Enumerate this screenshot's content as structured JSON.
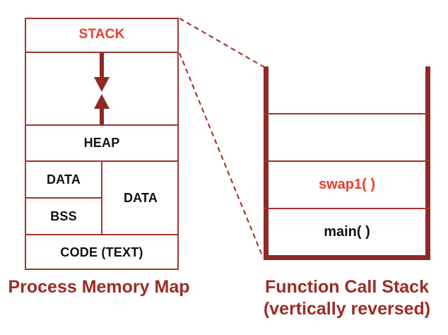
{
  "memory_map": {
    "title": "Process Memory Map",
    "segments": {
      "stack": "STACK",
      "heap": "HEAP",
      "data_left": "DATA",
      "bss": "BSS",
      "data_right": "DATA",
      "code": "CODE (TEXT)"
    }
  },
  "call_stack": {
    "title_line1": "Function Call Stack",
    "title_line2": "(vertically reversed)",
    "frames": [
      {
        "label": "swap1( )",
        "highlight": true
      },
      {
        "label": "main( )",
        "highlight": false
      }
    ]
  },
  "colors": {
    "highlight_red": "#EE3B2C",
    "title_maroon": "#9B2C26",
    "border_red": "#A23530",
    "wall_dark_red": "#8E2A26",
    "text_black": "#111111"
  }
}
